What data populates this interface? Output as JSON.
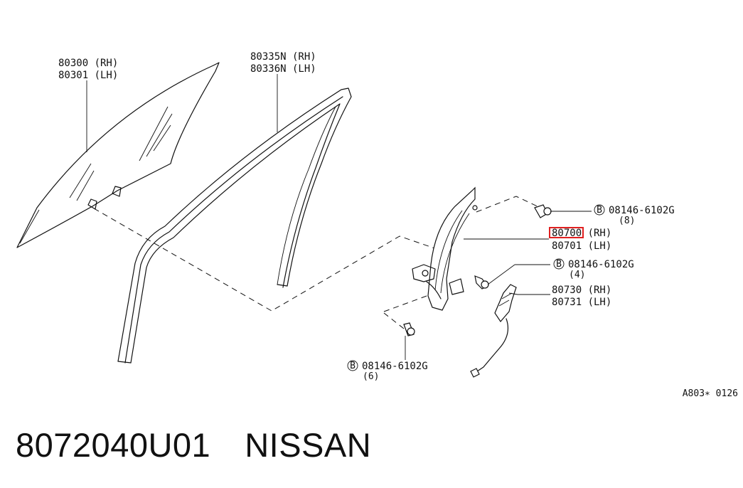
{
  "callouts": {
    "glass": {
      "line1": "80300 (RH)",
      "line2": "80301 (LH)"
    },
    "sash": {
      "line1": "80335N (RH)",
      "line2": "80336N (LH)"
    },
    "bolt_top": {
      "marker": "B",
      "part": "08146-6102G",
      "qty": "(8)"
    },
    "regulator": {
      "line1": "80700 (RH)",
      "line2": "80701 (LH)",
      "highlight_color": "#e02020"
    },
    "bolt_mid": {
      "marker": "B",
      "part": "08146-6102G",
      "qty": "(4)"
    },
    "motor": {
      "line1": "80730 (RH)",
      "line2": "80731 (LH)"
    },
    "bolt_bottom": {
      "marker": "B",
      "part": "08146-6102G",
      "qty": "(6)"
    }
  },
  "diagram_code": "A803∗ 0126",
  "footer": {
    "part_number": "8072040U01",
    "brand": "NISSAN"
  }
}
